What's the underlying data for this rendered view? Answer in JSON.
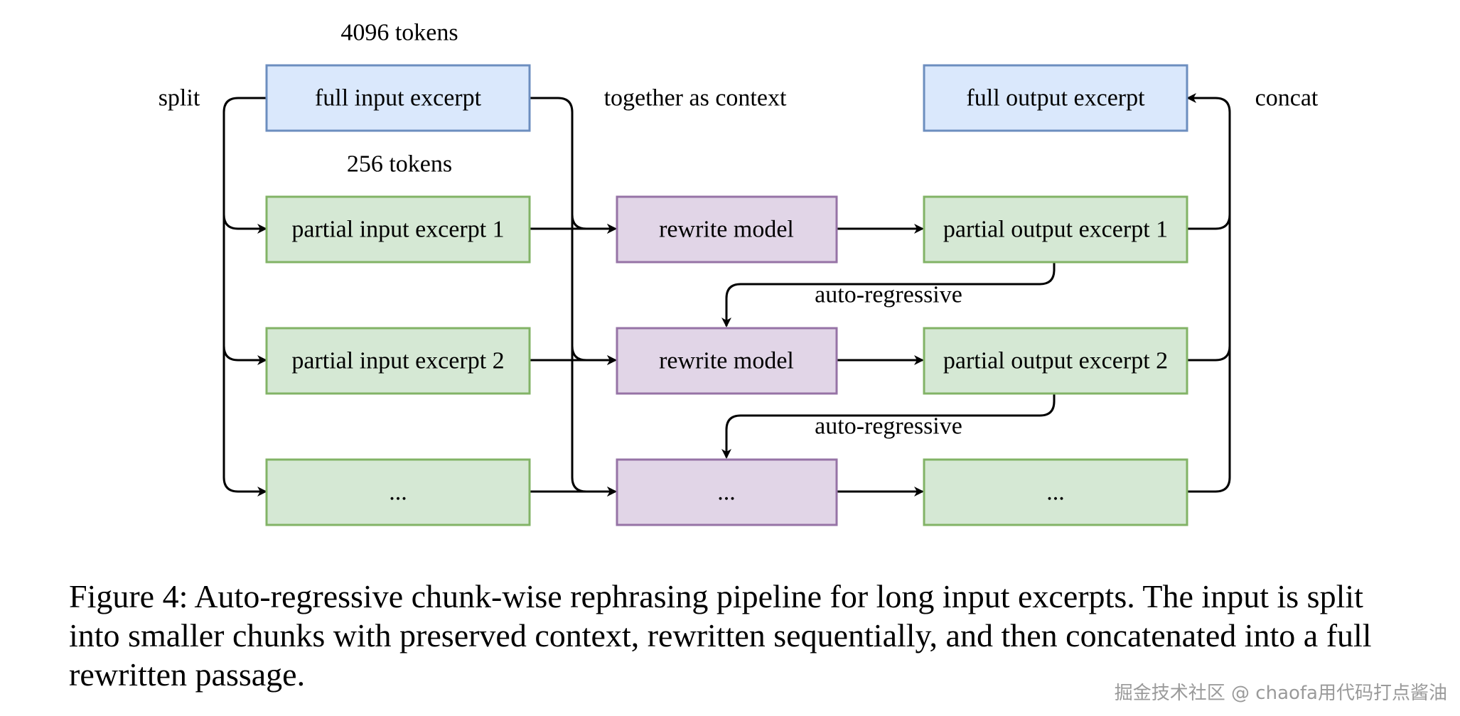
{
  "colors": {
    "blue_fill": "#dae8fc",
    "blue_stroke": "#6c8ebf",
    "green_fill": "#d5e8d4",
    "green_stroke": "#82b366",
    "purple_fill": "#e1d5e7",
    "purple_stroke": "#9673a6",
    "edge": "#000000"
  },
  "labels": {
    "tokens_4096": "4096 tokens",
    "tokens_256": "256 tokens",
    "split": "split",
    "together_as_context": "together as context",
    "concat": "concat",
    "auto_regressive_1": "auto-regressive",
    "auto_regressive_2": "auto-regressive"
  },
  "nodes": {
    "full_input": "full input excerpt",
    "full_output": "full output excerpt",
    "partial_input_1": "partial input excerpt 1",
    "partial_input_2": "partial input excerpt 2",
    "partial_input_more": "...",
    "rewrite_model_1": "rewrite model",
    "rewrite_model_2": "rewrite model",
    "rewrite_model_more": "...",
    "partial_output_1": "partial output excerpt 1",
    "partial_output_2": "partial output excerpt 2",
    "partial_output_more": "..."
  },
  "caption": "Figure 4: Auto-regressive chunk-wise rephrasing pipeline for long input excerpts. The input is split into smaller chunks with preserved context, rewritten sequentially, and then concatenated into a full rewritten passage.",
  "watermark": "掘金技术社区 @ chaofa用代码打点酱油"
}
